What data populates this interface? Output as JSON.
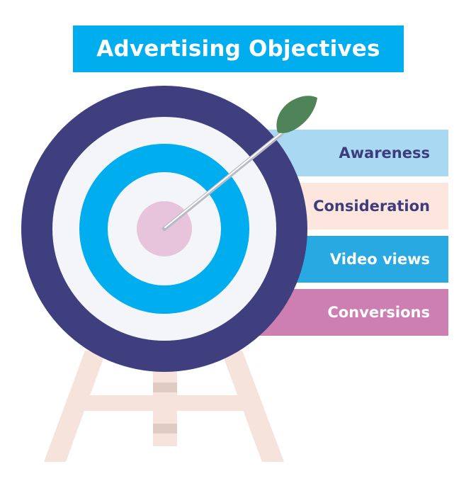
{
  "title": "Advertising Objectives",
  "objectives": [
    {
      "label": "Awareness",
      "bg": "#a9d9f2",
      "color": "#3d3d7d"
    },
    {
      "label": "Consideration",
      "bg": "#fde6de",
      "color": "#3d3d7d"
    },
    {
      "label": "Video views",
      "bg": "#29a9e1",
      "color": "#ffffff"
    },
    {
      "label": "Conversions",
      "bg": "#cc7fb0",
      "color": "#ffffff"
    }
  ],
  "colors": {
    "outer_ring": "#3f3f7f",
    "white_ring": "#f4f5f8",
    "blue_ring": "#00aeef",
    "center": "#e8c3dc",
    "stand": "#f6e3dc",
    "stand_shadow": "#e0cbc3",
    "arrow_tip": "#4f8458"
  }
}
